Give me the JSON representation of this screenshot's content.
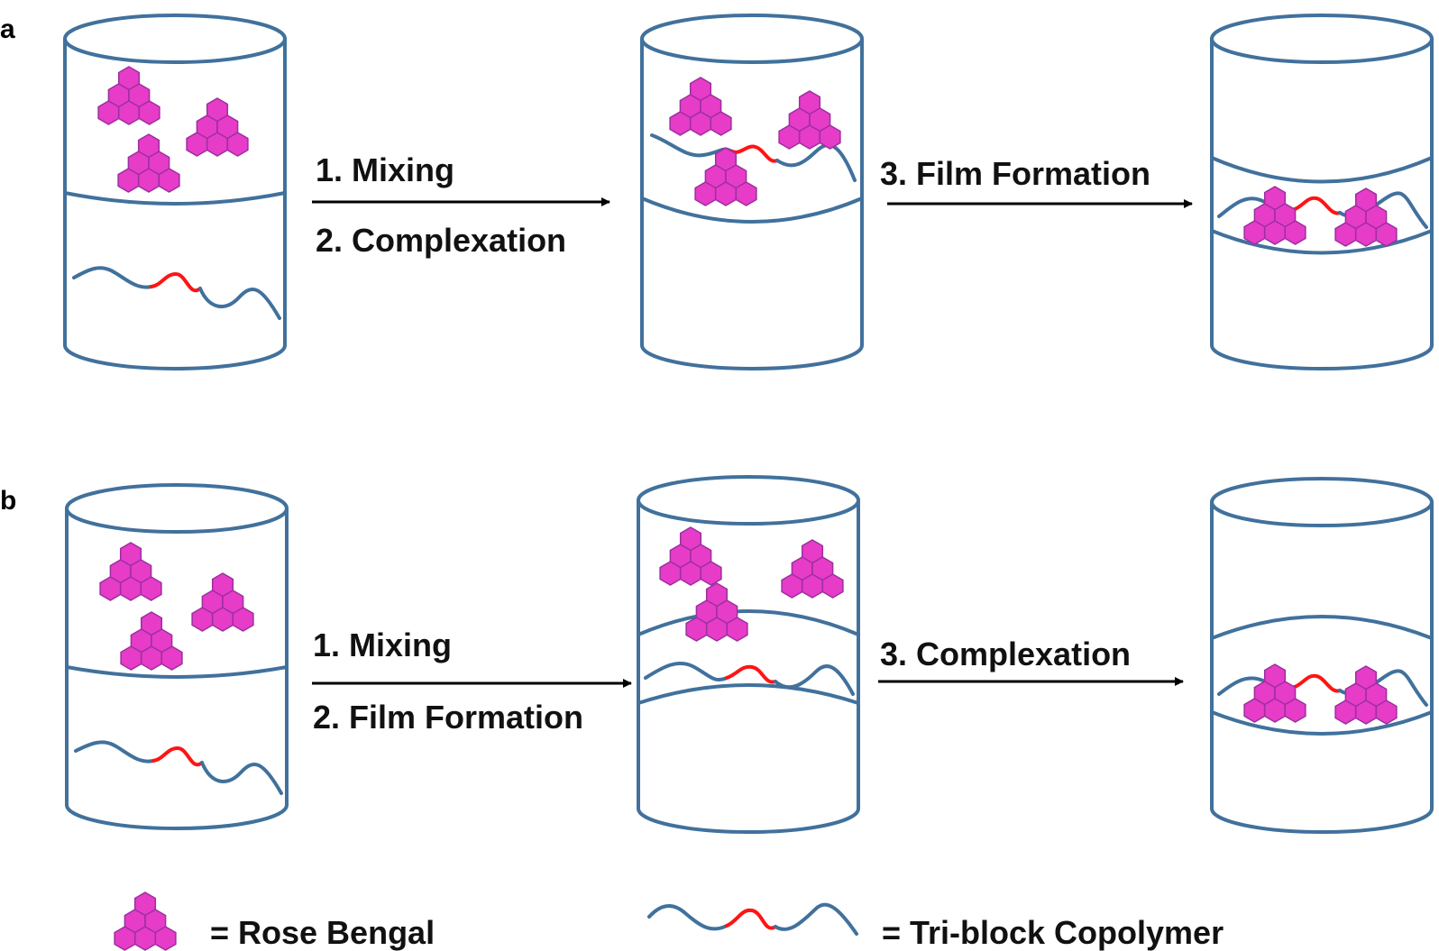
{
  "colors": {
    "vessel": "#41719C",
    "polymer": "#41719C",
    "polymer_center": "#FF1414",
    "rose_bengal_fill": "#E63CC8",
    "rose_bengal_stroke": "#9B2F9E",
    "arrow": "#000000"
  },
  "panel_a": {
    "label": "a",
    "arrow1_step1": "1. Mixing",
    "arrow1_step2": "2. Complexation",
    "arrow2_step": "3. Film Formation"
  },
  "panel_b": {
    "label": "b",
    "arrow1_step1": "1. Mixing",
    "arrow1_step2": "2. Film Formation",
    "arrow2_step": "3. Complexation"
  },
  "legend": {
    "rose_bengal": "= Rose Bengal",
    "copolymer": "= Tri-block Copolymer"
  }
}
